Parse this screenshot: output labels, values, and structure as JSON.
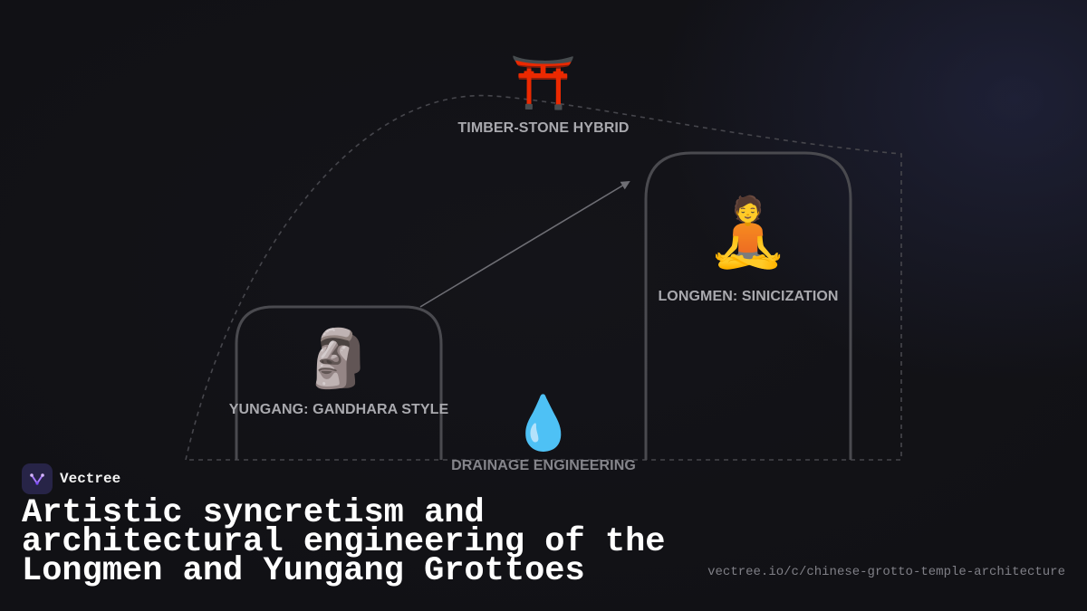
{
  "diagram": {
    "nodes": [
      {
        "id": "timber",
        "icon": "torii-gate-icon",
        "glyph": "⛩️",
        "label": "TIMBER-STONE HYBRID"
      },
      {
        "id": "longmen",
        "icon": "meditating-person-icon",
        "glyph": "🧘",
        "label": "LONGMEN: SINICIZATION"
      },
      {
        "id": "yungang",
        "icon": "moai-statue-icon",
        "glyph": "🗿",
        "label": "YUNGANG: GANDHARA STYLE"
      },
      {
        "id": "drainage",
        "icon": "water-droplet-icon",
        "glyph": "💧",
        "label": "DRAINAGE ENGINEERING"
      }
    ],
    "edges": [
      {
        "from": "yungang",
        "to": "longmen",
        "style": "arrow"
      }
    ],
    "colors": {
      "background": "#111115",
      "arch_stroke": "#4a4a4f",
      "dashed_outline": "#46464c",
      "arrow": "#6e6e74",
      "label": "#a9a9ae"
    }
  },
  "brand": {
    "name": "Vectree",
    "logo_icon": "vectree-logo-icon"
  },
  "title": "Artistic syncretism and architectural engineering of the Longmen and Yungang Grottoes",
  "url": "vectree.io/c/chinese-grotto-temple-architecture"
}
